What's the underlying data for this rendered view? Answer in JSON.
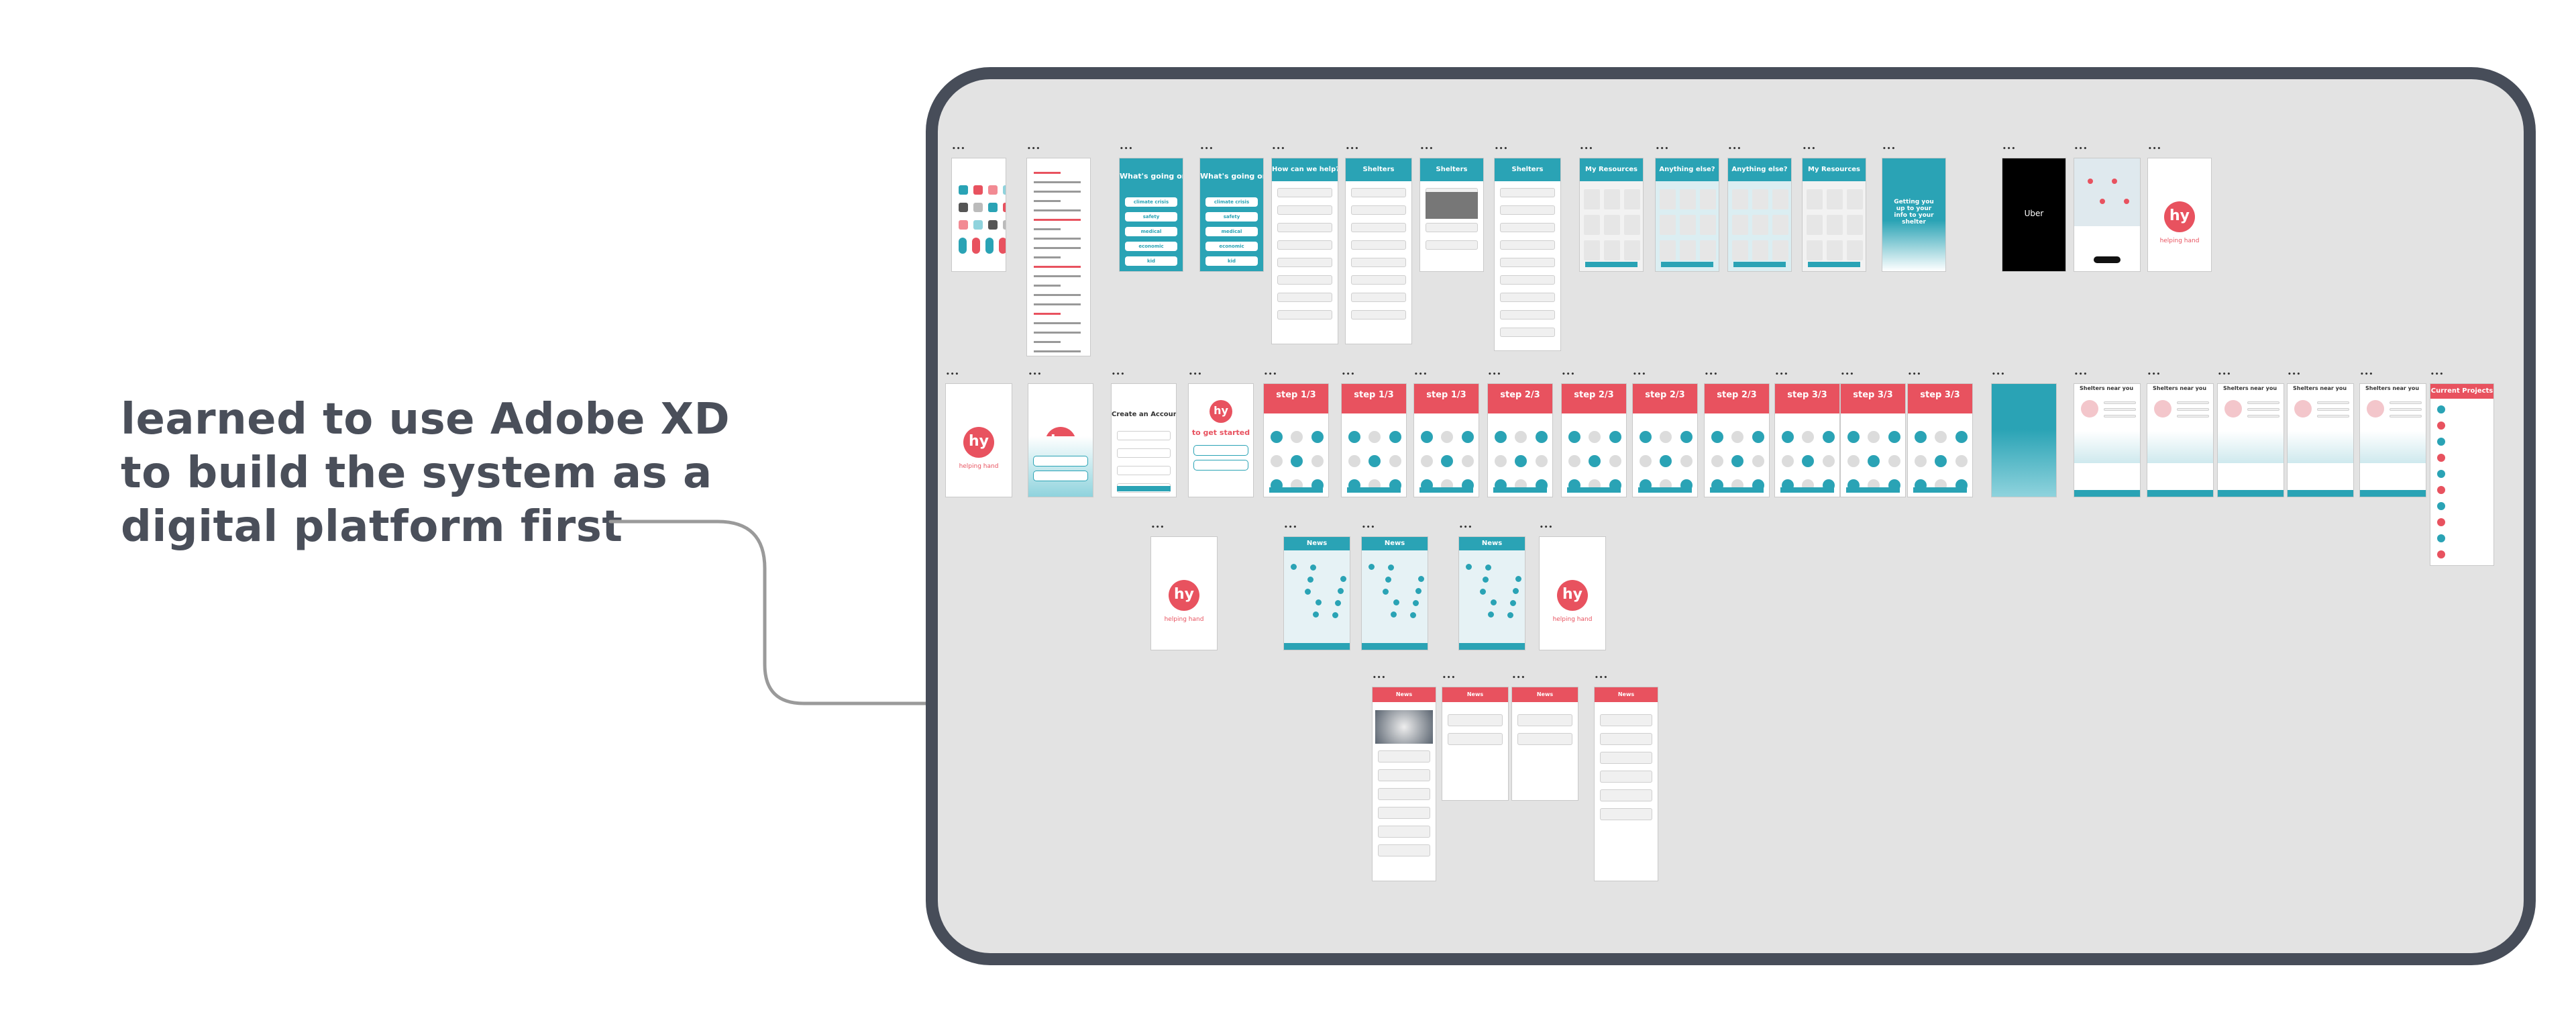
{
  "caption": {
    "lines": [
      "learned to use Adobe XD",
      "to build the system as a",
      "digital platform first"
    ]
  },
  "artboard_label": "•••",
  "colors": {
    "frame": "#474d59",
    "canvas": "#e3e3e3",
    "teal": "#2aa3b5",
    "red": "#e8525f",
    "caption": "#4a4f5a",
    "connector": "#9a9a9a"
  },
  "screens": {
    "whats_going_on": "What's going on?",
    "how_can_we_help": "How can we help?",
    "shelters": "Shelters",
    "my_resources": "My Resources",
    "anything_else": "Anything else?",
    "getting_you_up": "Getting you up to your info to your shelter",
    "helping_hand": "helping hand",
    "logo_mark": "hy",
    "uber": "Uber",
    "get_started": "to get started",
    "create_account": "Create an Account",
    "step_1_3": "step 1/3",
    "step_2_3": "step 2/3",
    "step_3_3": "step 3/3",
    "news": "News",
    "current_projects": "Current Projects",
    "shelter_map": "Shelters near you",
    "options": [
      "climate crisis",
      "safety",
      "medical",
      "economic",
      "kid"
    ]
  }
}
